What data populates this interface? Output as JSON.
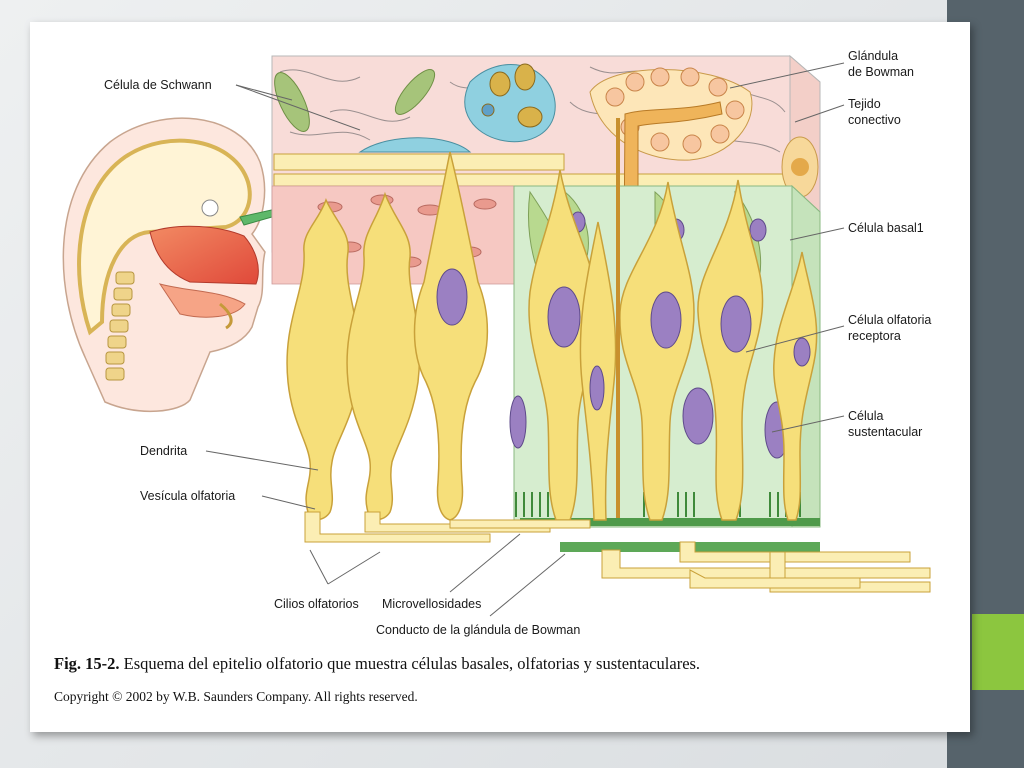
{
  "figure": {
    "labels": {
      "schwann": "Célula de Schwann",
      "bowman_gland": "Glándula",
      "bowman_gland_2": "de Bowman",
      "connective": "Tejido",
      "connective_2": "conectivo",
      "basal": "Célula basal1",
      "receptor": "Célula olfatoria",
      "receptor_2": "receptora",
      "sustentacular": "Célula",
      "sustentacular_2": "sustentacular",
      "dendrite": "Dendrita",
      "vesicle": "Vesícula olfatoria",
      "cilia": "Cilios olfatorios",
      "microvilli": "Microvellosidades",
      "duct": "Conducto de la glándula de Bowman"
    },
    "caption_bold": "Fig. 15-2.",
    "caption_text": " Esquema del epitelio olfatorio que muestra células basales, olfatorias y sustentaculares.",
    "copyright": "Copyright © 2002 by W.B. Saunders Company. All rights reserved."
  },
  "colors": {
    "sidebar": "#56636b",
    "accent_tab": "#8cc63f",
    "neuron_fill": "#f6df7a",
    "neuron_stroke": "#c9a13a",
    "nucleus": "#9b80c2",
    "epithelium": "#d6edcf",
    "connective_tissue": "#f8dcd8",
    "gland": "#efb45a"
  }
}
